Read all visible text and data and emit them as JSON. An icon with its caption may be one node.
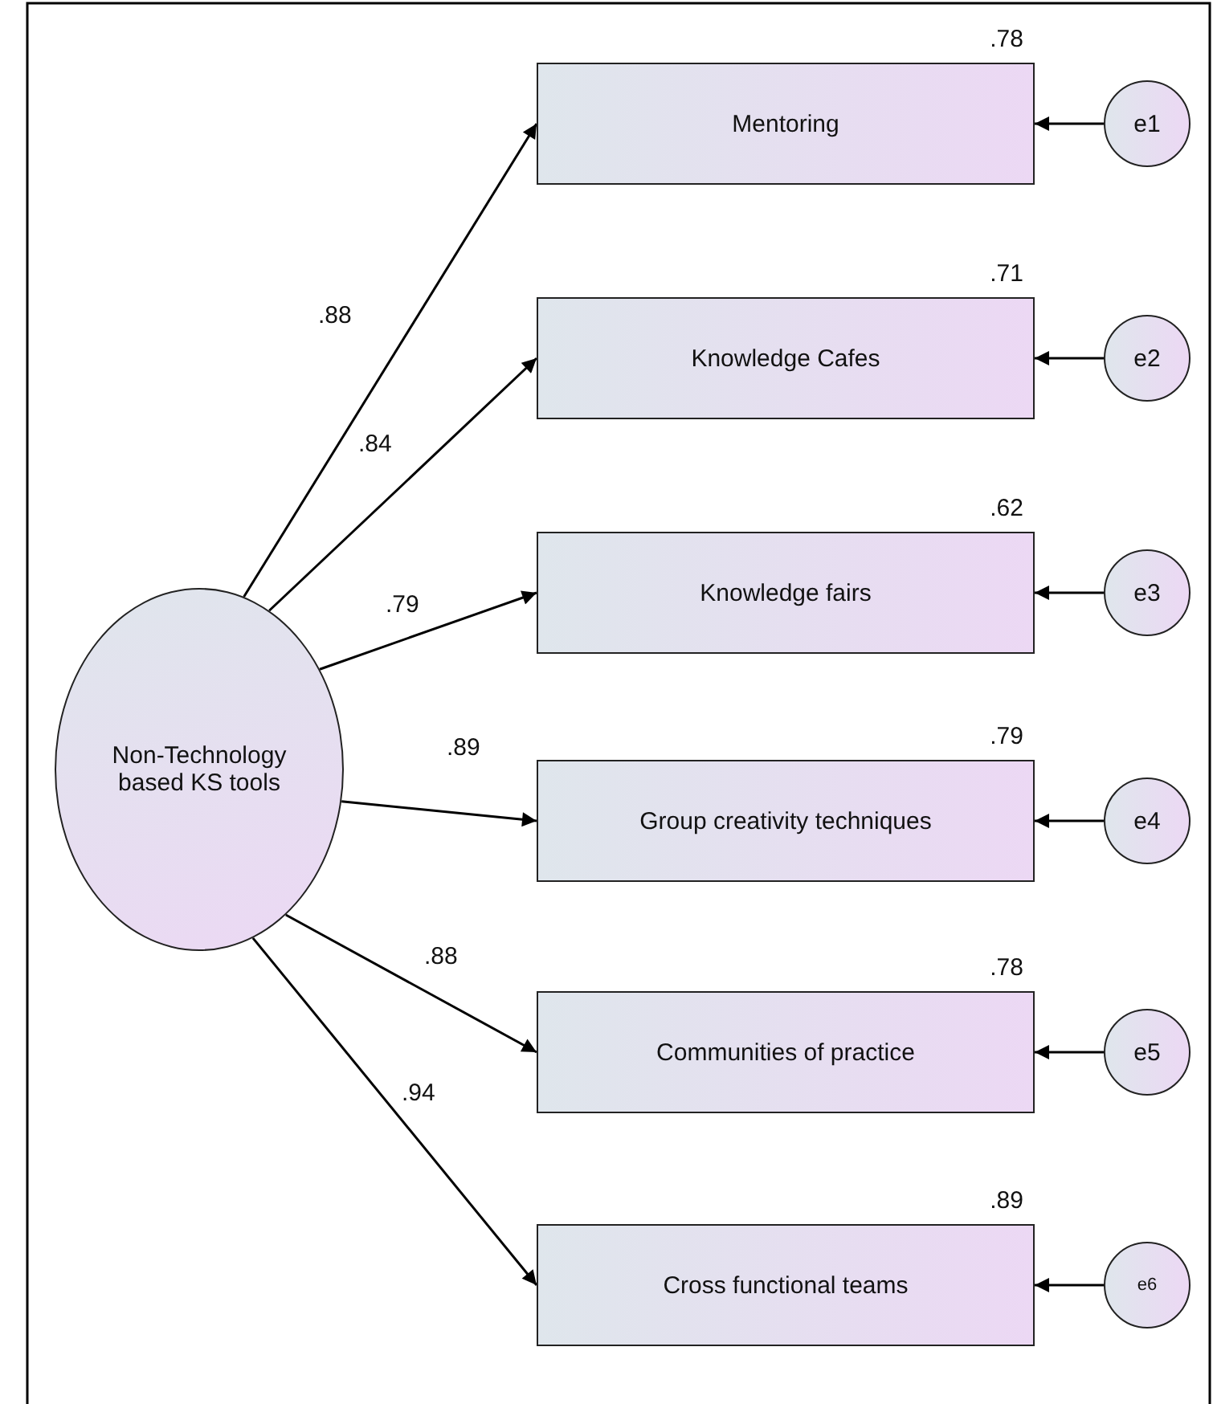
{
  "diagram": {
    "nodes": [
      {
        "text": [
          "Non-Technology based KS tools"
        ]
      },
      {
        "text": [
          "Mentoring"
        ],
        "beside": [
          ".78"
        ]
      },
      {
        "text": [
          "e1"
        ]
      },
      {
        "text": [
          "Knowledge Cafes"
        ],
        "beside": [
          ".71"
        ]
      },
      {
        "text": [
          "e2"
        ]
      },
      {
        "text": [
          "Knowledge fairs"
        ],
        "beside": [
          ".62"
        ]
      },
      {
        "text": [
          "e3"
        ]
      },
      {
        "text": [
          "Group creativity techniques"
        ],
        "beside": [
          ".79"
        ]
      },
      {
        "text": [
          "e4"
        ]
      },
      {
        "text": [
          "Communities of practice"
        ],
        "beside": [
          ".78"
        ]
      },
      {
        "text": [
          "e5"
        ]
      },
      {
        "text": [
          "Cross functional teams"
        ],
        "beside": [
          ".89"
        ]
      },
      {
        "text": [
          "e6"
        ]
      }
    ],
    "edges": [
      {
        "from": 0,
        "to": 1,
        "arrow": "to",
        "label": ".88"
      },
      {
        "from": 0,
        "to": 3,
        "arrow": "to",
        "label": ".84"
      },
      {
        "from": 0,
        "to": 5,
        "arrow": "to",
        "label": ".79"
      },
      {
        "from": 0,
        "to": 7,
        "arrow": "to",
        "label": ".89"
      },
      {
        "from": 0,
        "to": 9,
        "arrow": "to",
        "label": ".88"
      },
      {
        "from": 0,
        "to": 11,
        "arrow": "to",
        "label": ".94"
      },
      {
        "from": 2,
        "to": 1,
        "arrow": "to"
      },
      {
        "from": 4,
        "to": 3,
        "arrow": "to"
      },
      {
        "from": 6,
        "to": 5,
        "arrow": "to"
      },
      {
        "from": 8,
        "to": 7,
        "arrow": "to"
      },
      {
        "from": 10,
        "to": 9,
        "arrow": "to"
      },
      {
        "from": 12,
        "to": 11,
        "arrow": "to"
      }
    ]
  }
}
